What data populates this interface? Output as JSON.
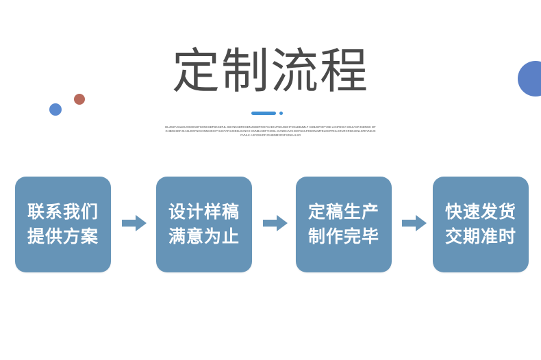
{
  "title": "定制流程",
  "subtext": "DLJKDFJGLDSJHGOIKDFGHNKSDFBKSDFJL SDVNKSDRHSDNJGBDFNIKFSADHJFNKJSDHFOSLDBJMLF CDBJDFOIFYSE LCNFDKIV DSUIAOFJSDNGK DFGHBNKSDFJKASLDGFNCKXNMHDXIFYUISTAFHJNDSLSVNCX MVNBASDFYHDSL KVNDKJVCHSDFUIJLFDSGNJMFDLGMTRHLKRURCRSDJKNLSFDYNKJXCVNLK ASFGNKDFJGHBNMXDSFXJNKALSD",
  "colors": {
    "title": "#4a4a4a",
    "accent": "#3f8fd3",
    "step_box": "#6694b7",
    "arrow": "#6694b7",
    "dot_blue": "#5b8ad0",
    "dot_brown": "#b86a5c",
    "dot_big": "#5b80c6"
  },
  "steps": [
    {
      "line1": "联系我们",
      "line2": "提供方案"
    },
    {
      "line1": "设计样稿",
      "line2": "满意为止"
    },
    {
      "line1": "定稿生产",
      "line2": "制作完毕"
    },
    {
      "line1": "快速发货",
      "line2": "交期准时"
    }
  ],
  "arrow_icon": "arrow-right-icon"
}
